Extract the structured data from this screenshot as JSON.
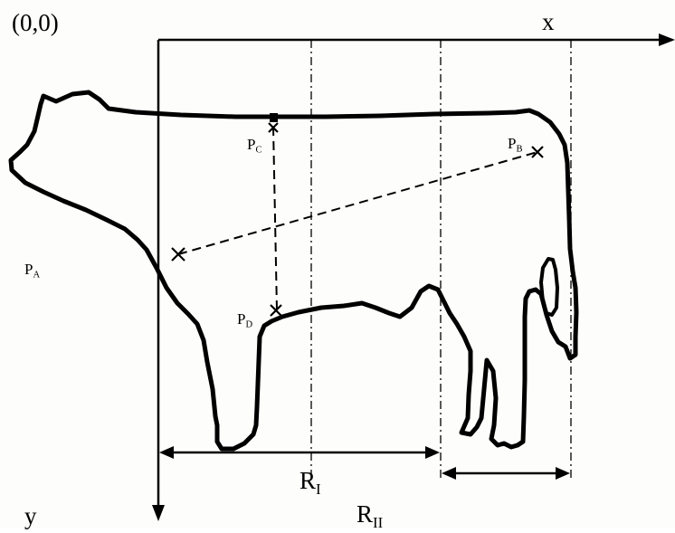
{
  "origin_label": "(0,0)",
  "x_axis_label": "x",
  "y_axis_label": "y",
  "points": {
    "A": {
      "letter": "P",
      "sub": "A"
    },
    "B": {
      "letter": "P",
      "sub": "B"
    },
    "C": {
      "letter": "P",
      "sub": "C"
    },
    "D": {
      "letter": "P",
      "sub": "D"
    }
  },
  "ranges": {
    "I": {
      "letter": "R",
      "sub": "I"
    },
    "II": {
      "letter": "R",
      "sub": "II"
    }
  },
  "colors": {
    "ink": "#000000",
    "paper": "#fdfdfc"
  }
}
